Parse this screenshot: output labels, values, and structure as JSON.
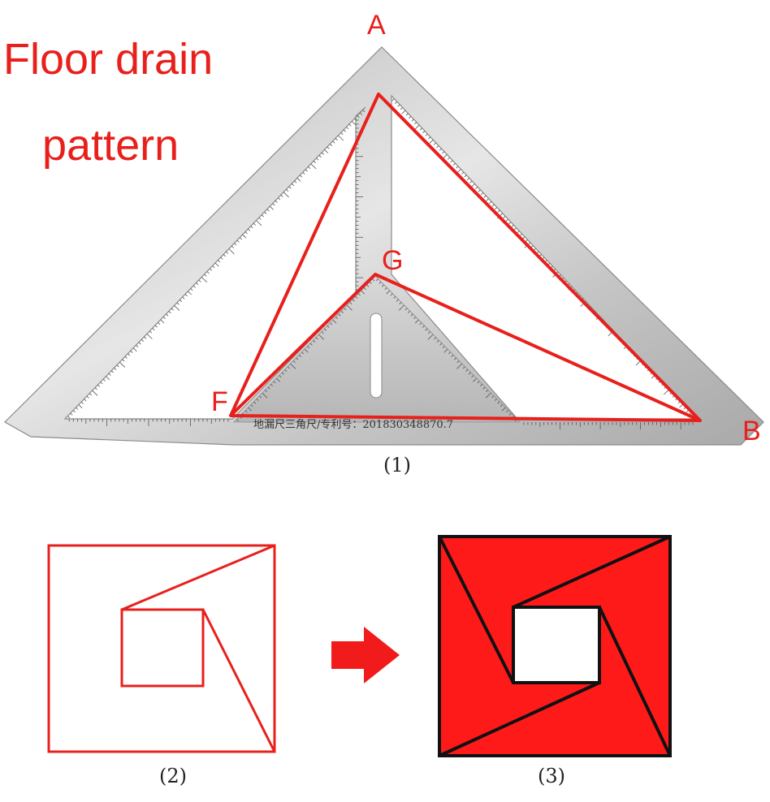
{
  "title": [
    "Floor drain",
    "pattern"
  ],
  "vertices": {
    "a": "A",
    "b": "B",
    "f": "F",
    "g": "G"
  },
  "engraving": "地漏尺三角尺/专利号：201830348870.7",
  "captions": [
    "(1)",
    "(2)",
    "(3)"
  ],
  "colors": {
    "accent_red": "#e8201c",
    "fill_red": "#ff1a1a",
    "outline_black": "#111111",
    "ruler_steel": "#c9c9c9"
  },
  "icons": {
    "arrow": "right-arrow-icon"
  }
}
